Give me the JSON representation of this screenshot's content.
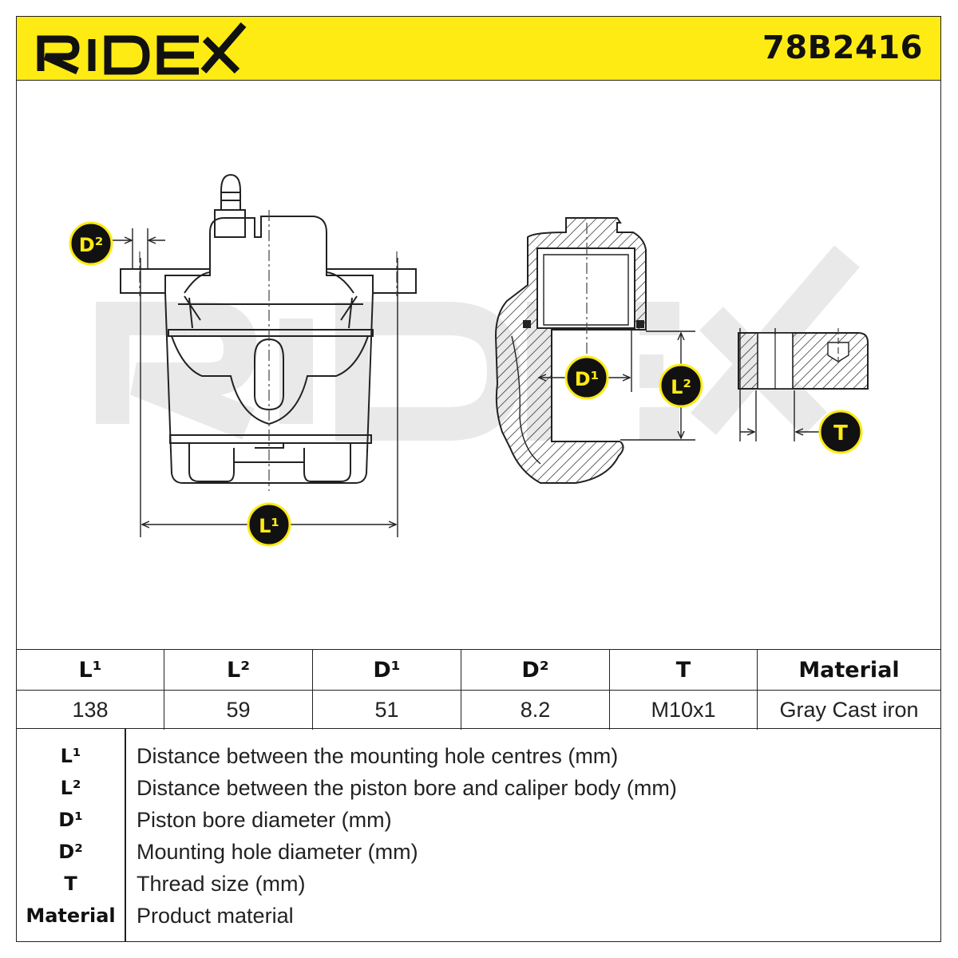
{
  "brand": {
    "name": "RIDEX",
    "accent_color": "#FFEB14"
  },
  "part_number": "78B2416",
  "callouts": {
    "d2": "D²",
    "d1": "D¹",
    "l2": "L²",
    "l1": "L¹",
    "t": "T"
  },
  "specs": {
    "headers": [
      "L¹",
      "L²",
      "D¹",
      "D²",
      "T",
      "Material"
    ],
    "values": [
      "138",
      "59",
      "51",
      "8.2",
      "M10x1",
      "Gray Cast iron"
    ]
  },
  "legend": [
    {
      "key": "L¹",
      "desc": "Distance between the mounting hole centres (mm)"
    },
    {
      "key": "L²",
      "desc": "Distance between the piston bore and caliper body (mm)"
    },
    {
      "key": "D¹",
      "desc": "Piston bore diameter (mm)"
    },
    {
      "key": "D²",
      "desc": "Mounting hole diameter (mm)"
    },
    {
      "key": "T",
      "desc": "Thread size (mm)"
    },
    {
      "key": "Material",
      "desc": "Product material"
    }
  ]
}
